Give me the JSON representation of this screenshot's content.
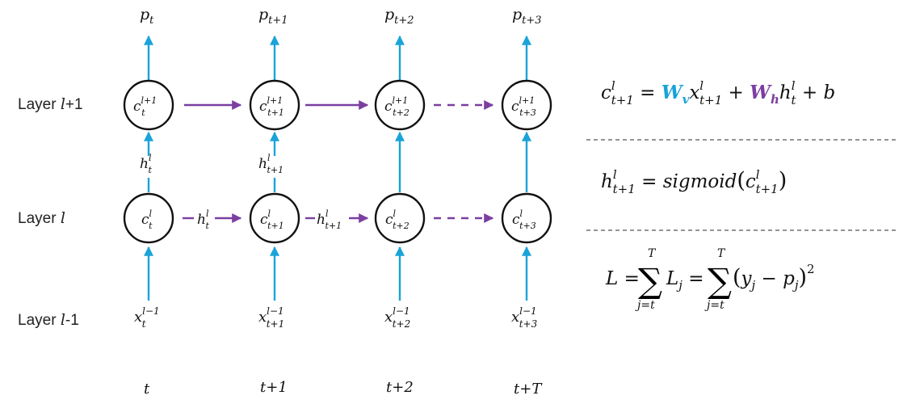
{
  "layers": {
    "upper": "Layer l+1",
    "middle": "Layer l",
    "lower": "Layer l-1"
  },
  "columns": [
    "t",
    "t+1",
    "t+2",
    "t+T"
  ],
  "outputs": [
    "p_t",
    "p_{t+1}",
    "p_{t+2}",
    "p_{t+3}"
  ],
  "upper_cells": [
    "c_t^{l+1}",
    "c_{t+1}^{l+1}",
    "c_{t+2}^{l+1}",
    "c_{t+3}^{l+1}"
  ],
  "middle_cells": [
    "c_t^l",
    "c_{t+1}^l",
    "c_{t+2}^l",
    "c_{t+3}^l"
  ],
  "inputs": [
    "x_t^{l-1}",
    "x_{t+1}^{l-1}",
    "x_{t+2}^{l-1}",
    "x_{t+3}^{l-1}"
  ],
  "vertical_hidden_labels": [
    "h_t^l",
    "h_{t+1}^l"
  ],
  "horizontal_hidden_labels": [
    "h_t^l",
    "h_{t+1}^l"
  ],
  "equations": {
    "cell_update": "c_{t+1}^l = W_v x_{t+1}^l + W_h h_t^l + b",
    "hidden_update": "h_{t+1}^l = sigmoid(c_{t+1}^l)",
    "loss": "L = sum_{j=t}^{T} L_j = sum_{j=t}^{T} (y_j - p_j)^2"
  },
  "colors": {
    "vertical_arrows": "#1aa3d9",
    "horizontal_arrows": "#7b3fa0",
    "W_v": "#1aa3d9",
    "W_h": "#7b3fa0"
  }
}
